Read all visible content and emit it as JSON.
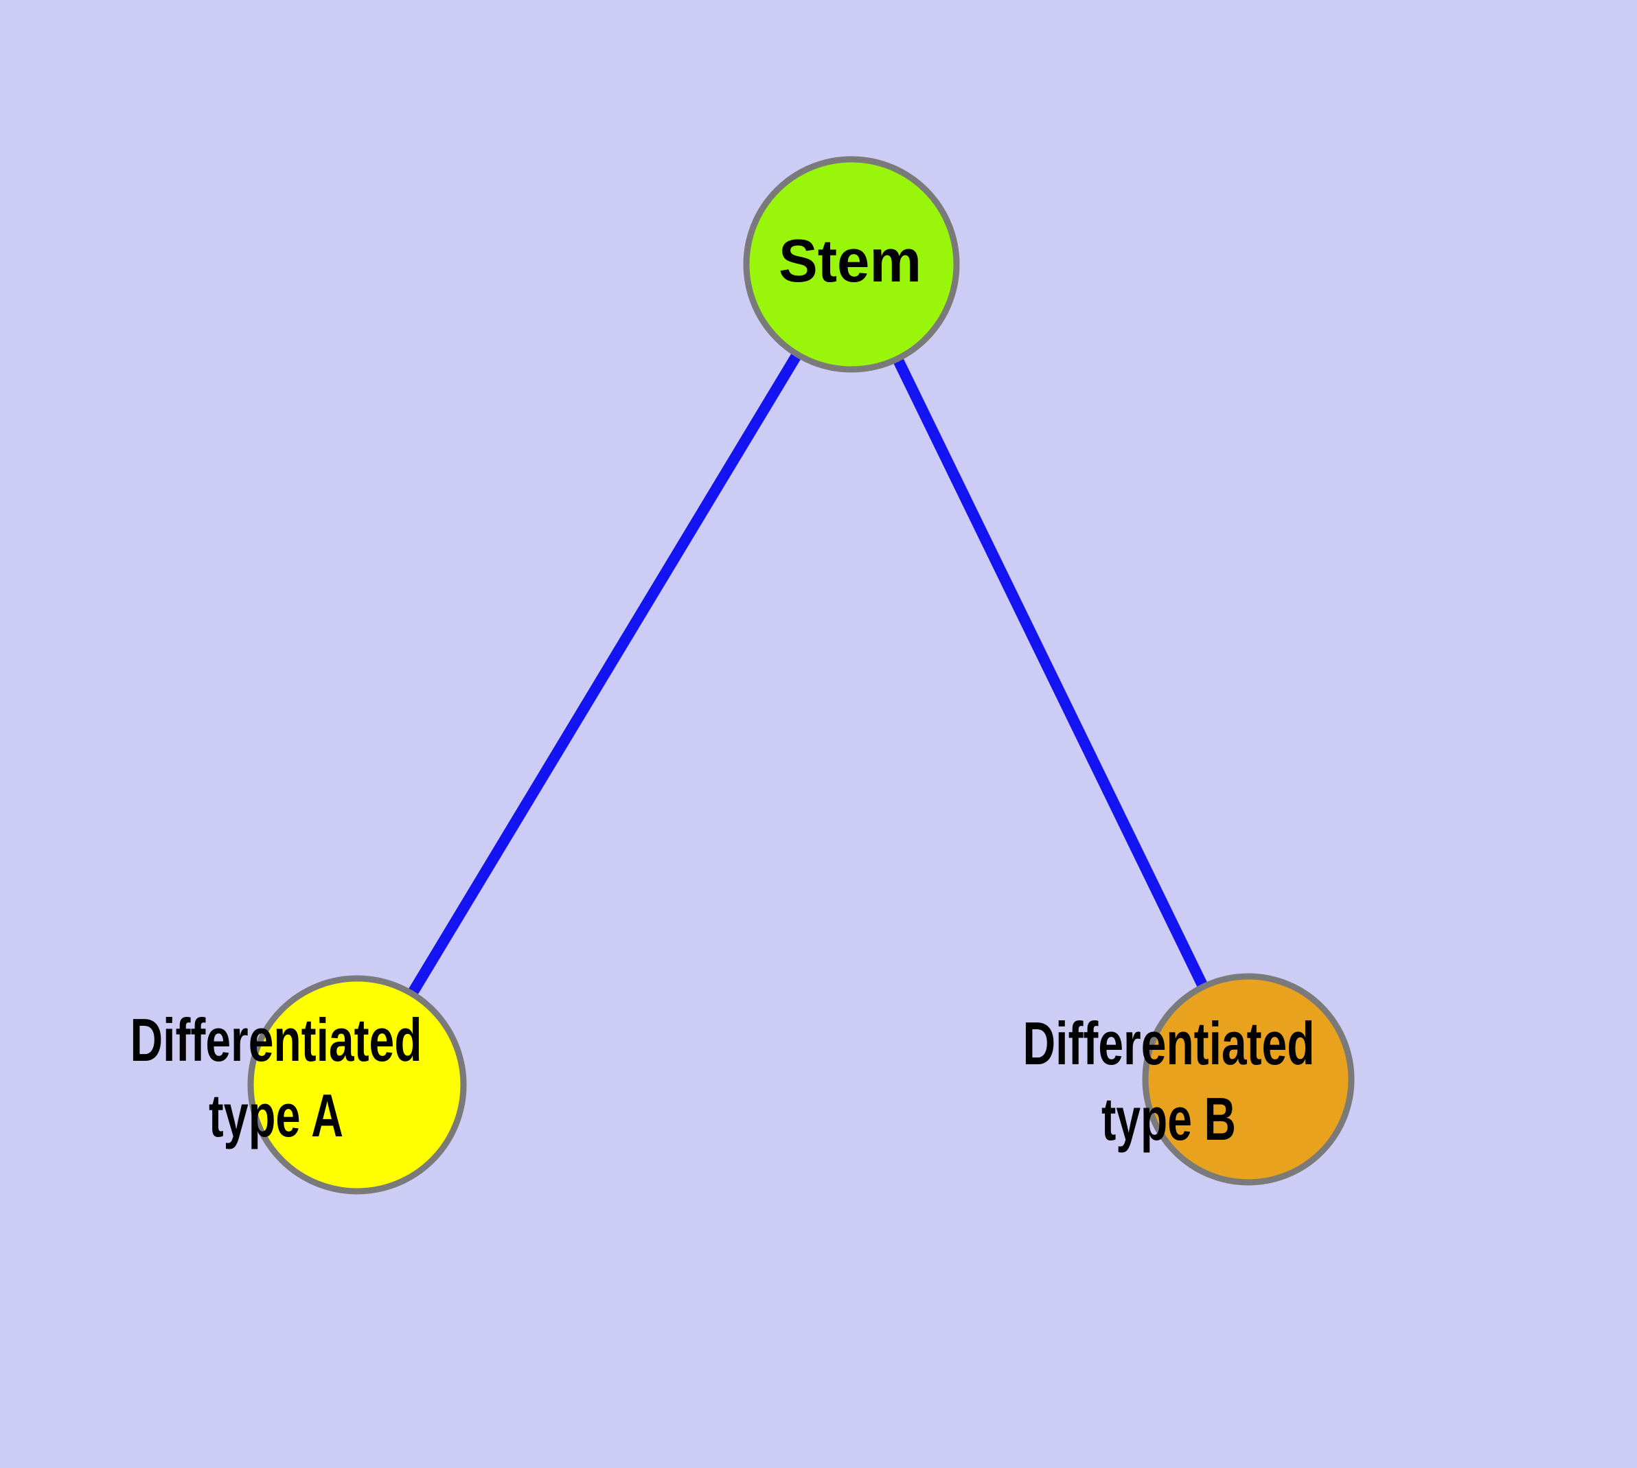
{
  "diagram": {
    "description": "Stem cell differentiation graph: a stem node connected to two differentiated cell type nodes",
    "background_color": "#CCCCF4",
    "colors": {
      "edge": "#1414F2",
      "node_border": "#7A7A7A",
      "label_text": "#000000"
    },
    "nodes": [
      {
        "id": "stem",
        "label": "Stem",
        "fill": "#99F50A"
      },
      {
        "id": "type-a",
        "label_line1": "Differentiated",
        "label_line2": "type A",
        "fill": "#FFFF00"
      },
      {
        "id": "type-b",
        "label_line1": "Differentiated",
        "label_line2": "type B",
        "fill": "#E8A21D"
      }
    ],
    "edges": [
      {
        "from": "stem",
        "to": "type-a"
      },
      {
        "from": "stem",
        "to": "type-b"
      }
    ]
  }
}
